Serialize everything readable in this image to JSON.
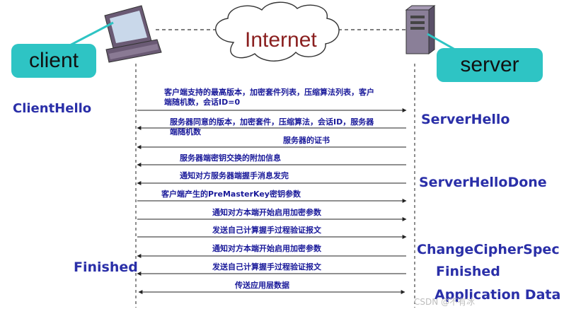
{
  "labels": {
    "client": "client",
    "server": "server",
    "internet": "Internet"
  },
  "left_steps": [
    "ClientHello",
    "Finished"
  ],
  "right_steps": [
    "ServerHello",
    "ServerHelloDone",
    "ChangeCipherSpec",
    "Finished",
    "Application Data"
  ],
  "messages": [
    {
      "line1": "客户端支持的最高版本，加密套件列表，压缩算法列表，客户",
      "line2": "端随机数，会话ID=0",
      "direction": "to-server"
    },
    {
      "line1": "服务器同意的版本，加密套件，压缩算法，会话ID，服务器",
      "line2": "端随机数",
      "direction": "to-client"
    },
    {
      "line1": "服务器的证书",
      "direction": "to-client"
    },
    {
      "line1": "服务器端密钥交换的附加信息",
      "direction": "to-client"
    },
    {
      "line1": "通知对方服务器端握手消息发完",
      "direction": "to-client"
    },
    {
      "line1": "客户端产生的PreMasterKey密钥参数",
      "direction": "to-server"
    },
    {
      "line1": "通知对方本端开始启用加密参数",
      "direction": "to-server"
    },
    {
      "line1": "发送自己计算握手过程验证报文",
      "direction": "to-server"
    },
    {
      "line1": "通知对方本端开始启用加密参数",
      "direction": "to-client"
    },
    {
      "line1": "发送自己计算握手过程验证报文",
      "direction": "to-client"
    },
    {
      "line1": "传送应用层数据",
      "direction": "both"
    }
  ],
  "watermark": "CSDN @不有冰"
}
